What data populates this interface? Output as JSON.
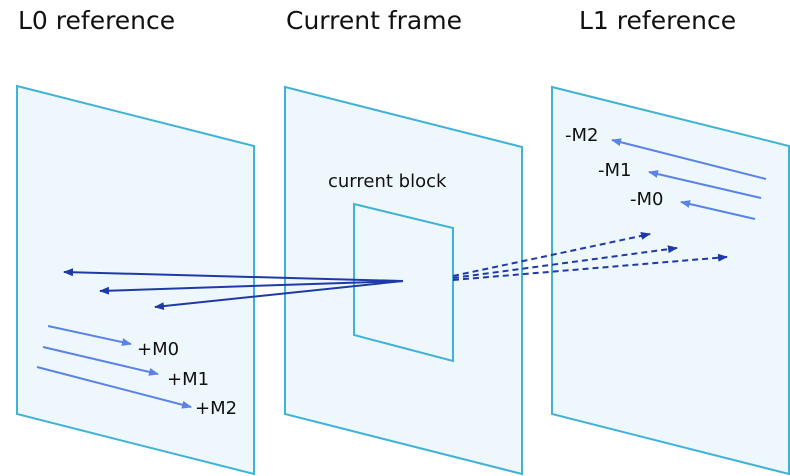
{
  "titles": {
    "l0": "L0 reference",
    "current": "Current frame",
    "l1": "L1 reference"
  },
  "block_label": "current block",
  "l0_offsets": {
    "m0": "+M0",
    "m1": "+M1",
    "m2": "+M2"
  },
  "l1_offsets": {
    "m0": "-M0",
    "m1": "-M1",
    "m2": "-M2"
  },
  "colors": {
    "frame_fill": "#eef8fc",
    "frame_stroke": "#3fb2d6",
    "dark_arrow": "#1f3aa8",
    "light_arrow": "#5b82e6"
  }
}
